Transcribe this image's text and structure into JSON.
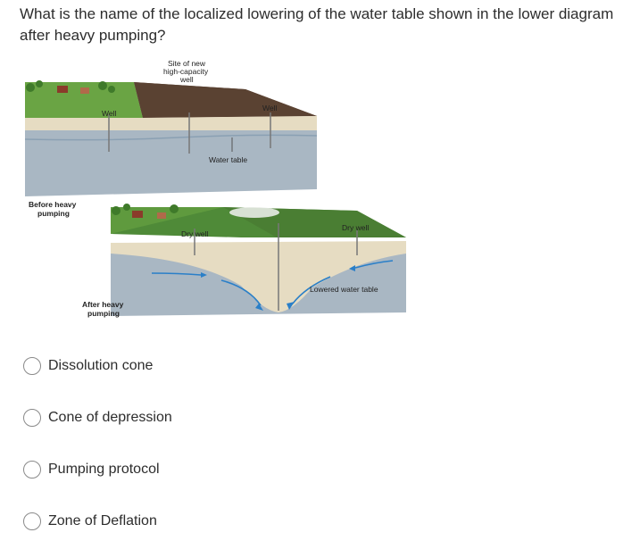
{
  "question": {
    "text": "What is the name of the localized lowering of the water table shown in the lower diagram after heavy pumping?"
  },
  "diagram": {
    "labels": {
      "site_line1": "Site of new",
      "site_line2": "high-capacity",
      "site_line3": "well",
      "well_left": "Well",
      "well_right": "Well",
      "water_table": "Water table",
      "before_line1": "Before heavy",
      "before_line2": "pumping",
      "dry_well_left": "Dry well",
      "dry_well_right": "Dry well",
      "lowered_water_table": "Lowered water table",
      "after_line1": "After heavy",
      "after_line2": "pumping"
    },
    "colors": {
      "grass": "#5f9a3e",
      "soil_tan": "#e6dcc2",
      "rock_blue": "#a9b7c3",
      "plowed": "#5e4636",
      "arrow": "#2a7fc8"
    }
  },
  "options": [
    {
      "label": "Dissolution cone"
    },
    {
      "label": "Cone of depression"
    },
    {
      "label": "Pumping protocol"
    },
    {
      "label": "Zone of Deflation"
    }
  ]
}
